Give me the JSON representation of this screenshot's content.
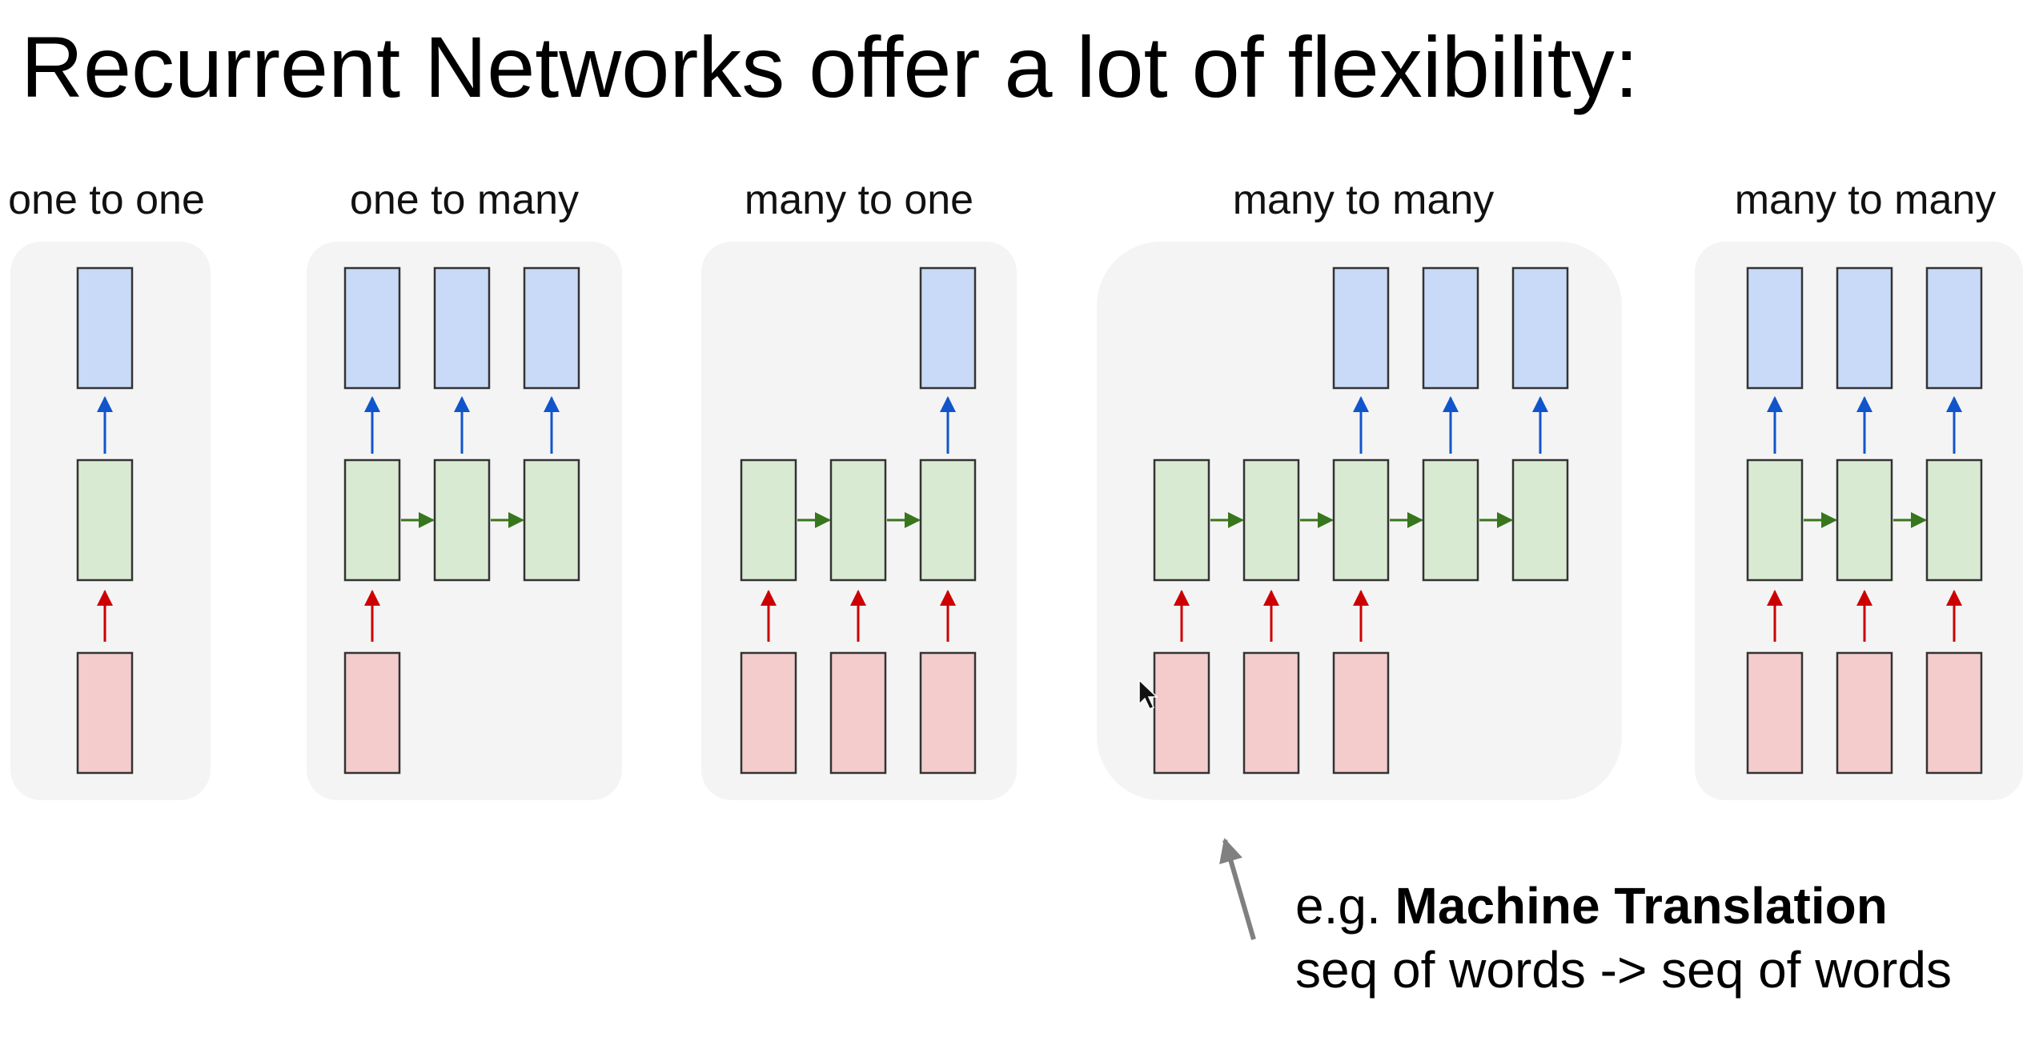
{
  "slide": {
    "title": "Recurrent Networks offer a lot of flexibility:"
  },
  "panels": [
    {
      "label": "one to one",
      "inputs": 1,
      "hidden": 1,
      "outputs": 1,
      "output_at_hidden": [
        0
      ]
    },
    {
      "label": "one to many",
      "inputs": 1,
      "hidden": 3,
      "outputs": 3,
      "output_at_hidden": [
        0,
        1,
        2
      ]
    },
    {
      "label": "many to one",
      "inputs": 3,
      "hidden": 3,
      "outputs": 1,
      "output_at_hidden": [
        2
      ]
    },
    {
      "label": "many to many",
      "inputs": 3,
      "hidden": 5,
      "outputs": 3,
      "output_at_hidden": [
        2,
        3,
        4
      ]
    },
    {
      "label": "many to many",
      "inputs": 3,
      "hidden": 3,
      "outputs": 3,
      "output_at_hidden": [
        0,
        1,
        2
      ]
    }
  ],
  "annotation": {
    "prefix": "e.g. ",
    "emphasis": "Machine Translation",
    "line2": "seq of words -> seq of words"
  },
  "colors": {
    "panel_bg": "#f4f4f4",
    "input_fill": "#f4cccc",
    "hidden_fill": "#d9ead3",
    "output_fill": "#c9daf8",
    "box_stroke": "#333333",
    "input_arrow": "#cc0000",
    "output_arrow": "#1155cc",
    "recurrent_arrow": "#38761d",
    "pointer_arrow": "#808080"
  },
  "icons": {
    "cursor": "mouse-pointer-icon"
  }
}
